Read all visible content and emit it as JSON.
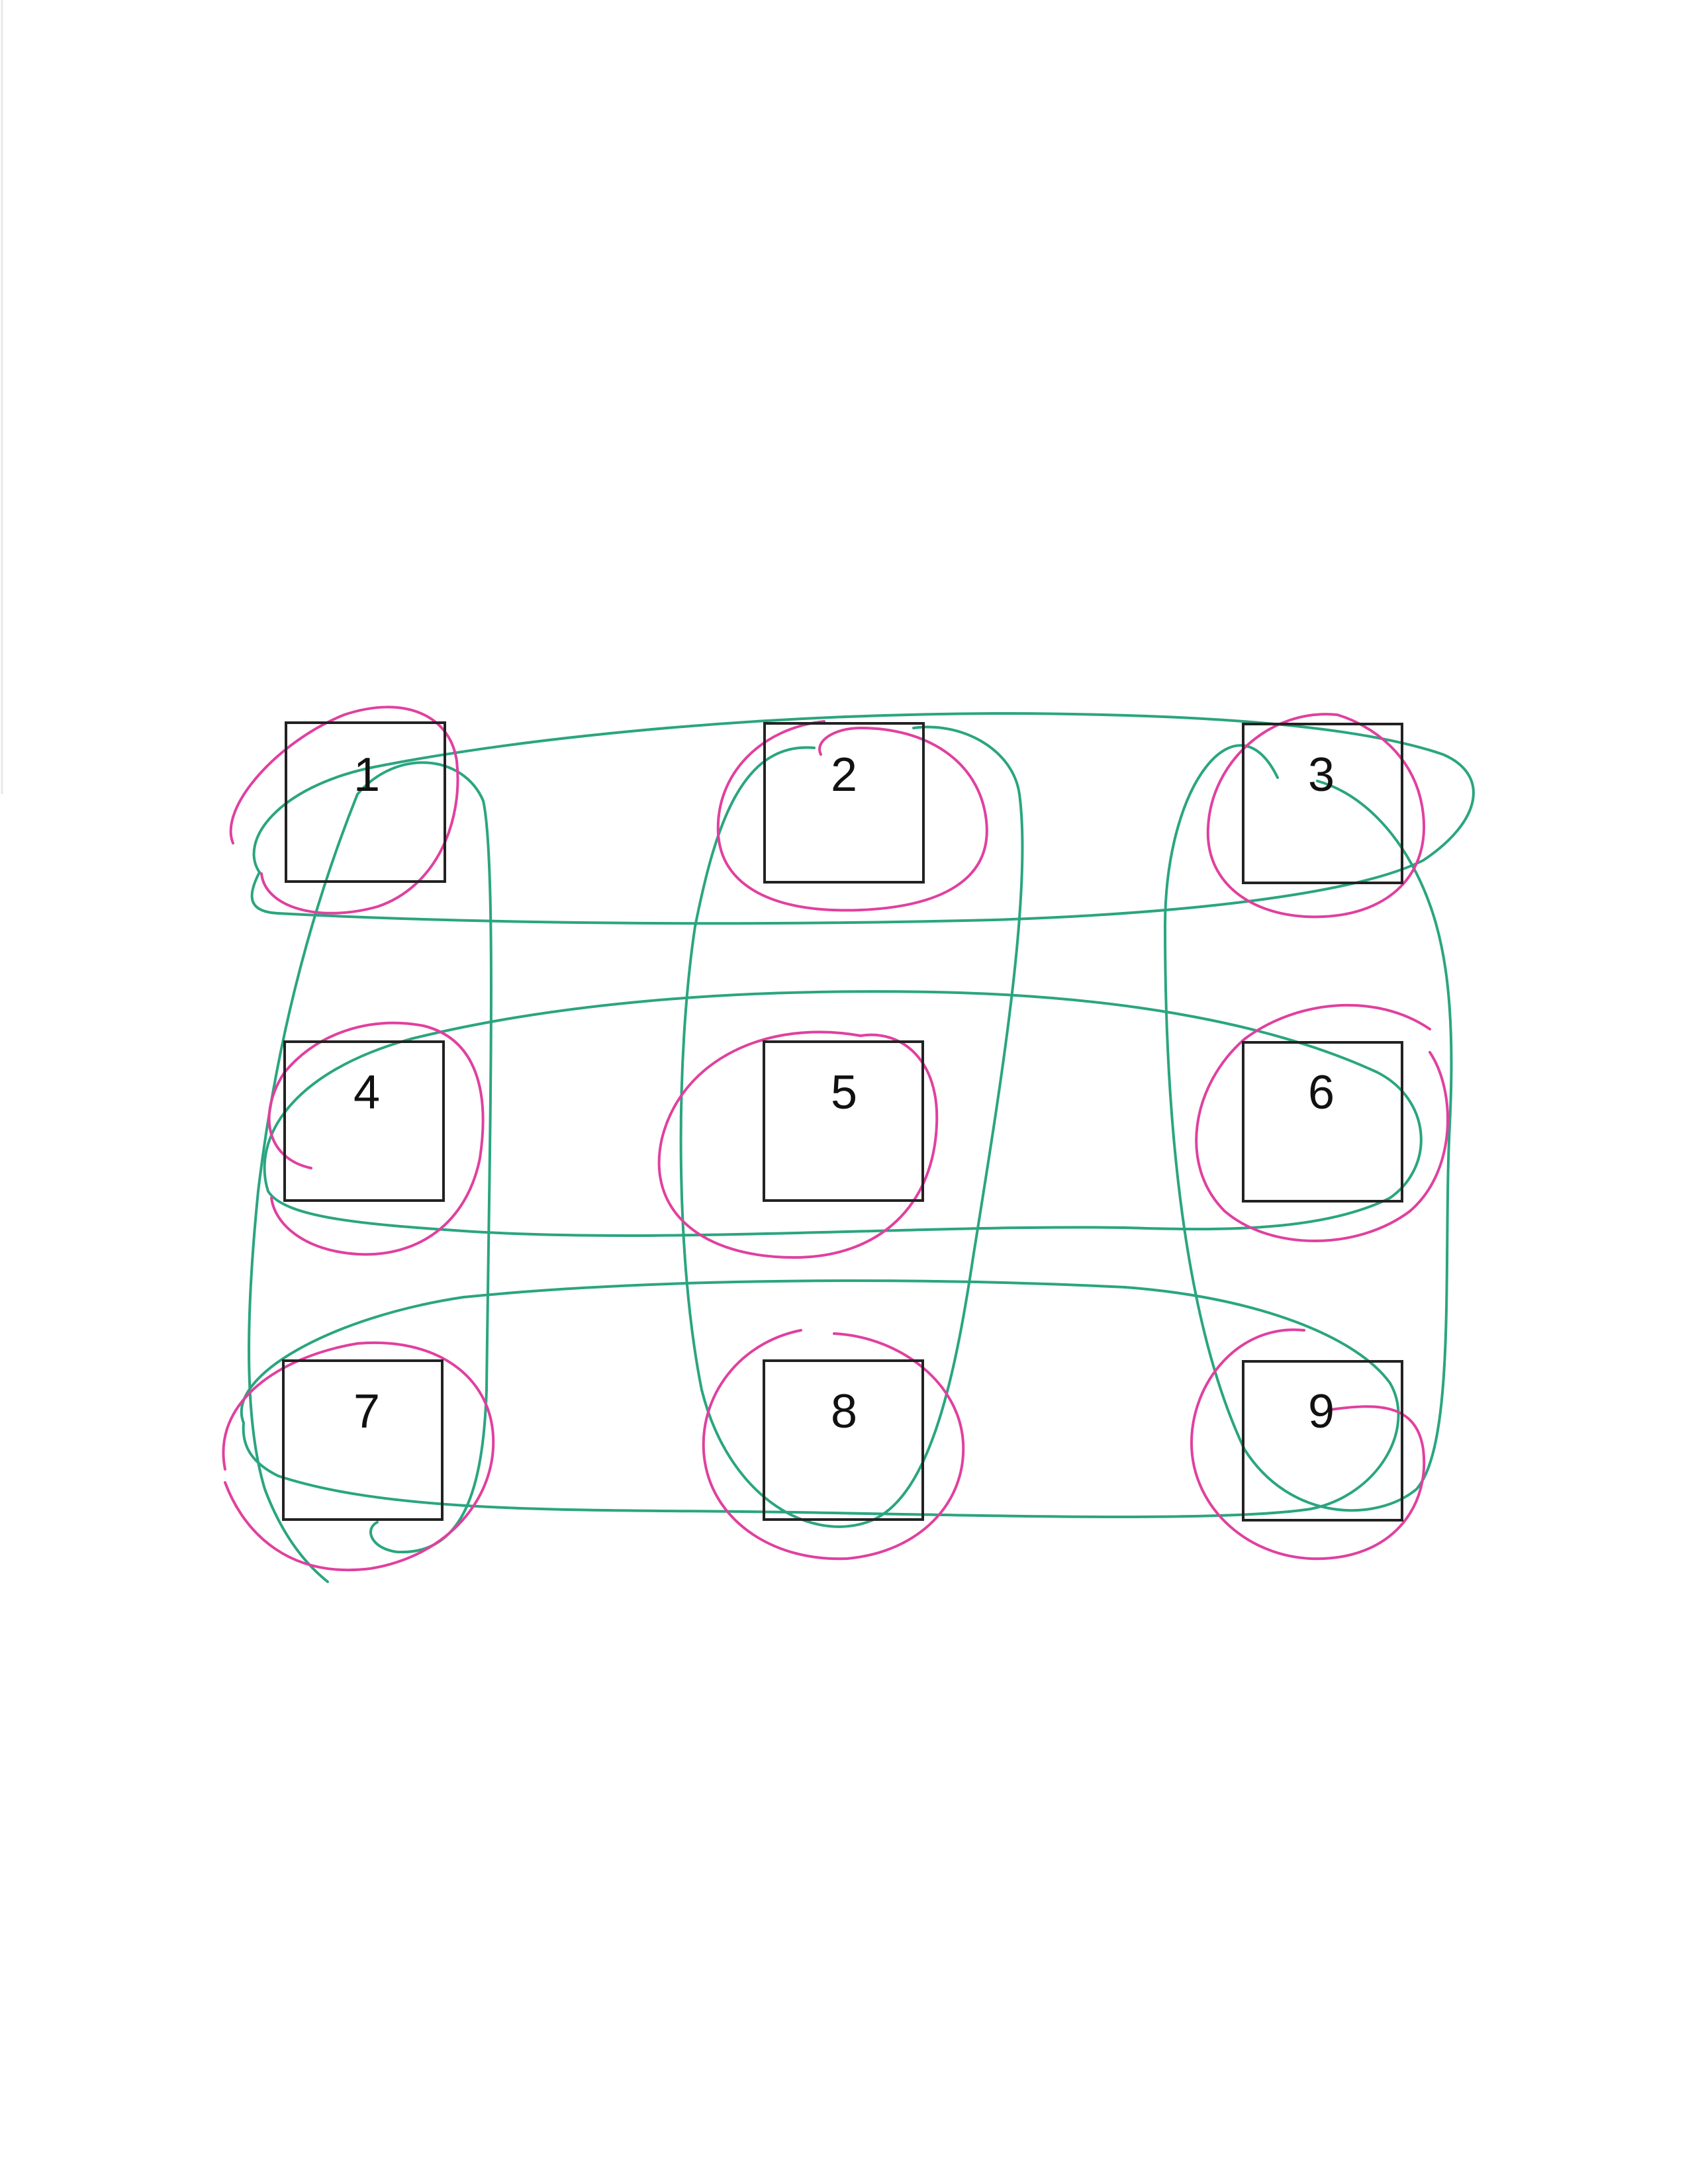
{
  "sheet": {
    "paper_color": "#ffffff",
    "box_color": "#222222",
    "label_color": "#111111"
  },
  "boxes": [
    {
      "label": "1"
    },
    {
      "label": "2"
    },
    {
      "label": "3"
    },
    {
      "label": "4"
    },
    {
      "label": "5"
    },
    {
      "label": "6"
    },
    {
      "label": "7"
    },
    {
      "label": "8"
    },
    {
      "label": "9"
    }
  ],
  "ink": {
    "green_color": "#2aa57f",
    "pink_color": "#e0409f",
    "green_loops": [
      {
        "group": [
          "1",
          "2",
          "3"
        ]
      },
      {
        "group": [
          "4",
          "5",
          "6"
        ]
      },
      {
        "group": [
          "7",
          "8",
          "9"
        ]
      },
      {
        "group": [
          "1",
          "4",
          "7"
        ]
      },
      {
        "group": [
          "2",
          "5",
          "8"
        ]
      },
      {
        "group": [
          "3",
          "6",
          "9"
        ]
      }
    ],
    "pink_circles": [
      {
        "encircles": "1"
      },
      {
        "encircles": "2"
      },
      {
        "encircles": "3"
      },
      {
        "encircles": "4"
      },
      {
        "encircles": "5"
      },
      {
        "encircles": "6"
      },
      {
        "encircles": "7"
      },
      {
        "encircles": "8"
      },
      {
        "encircles": "9"
      }
    ]
  }
}
